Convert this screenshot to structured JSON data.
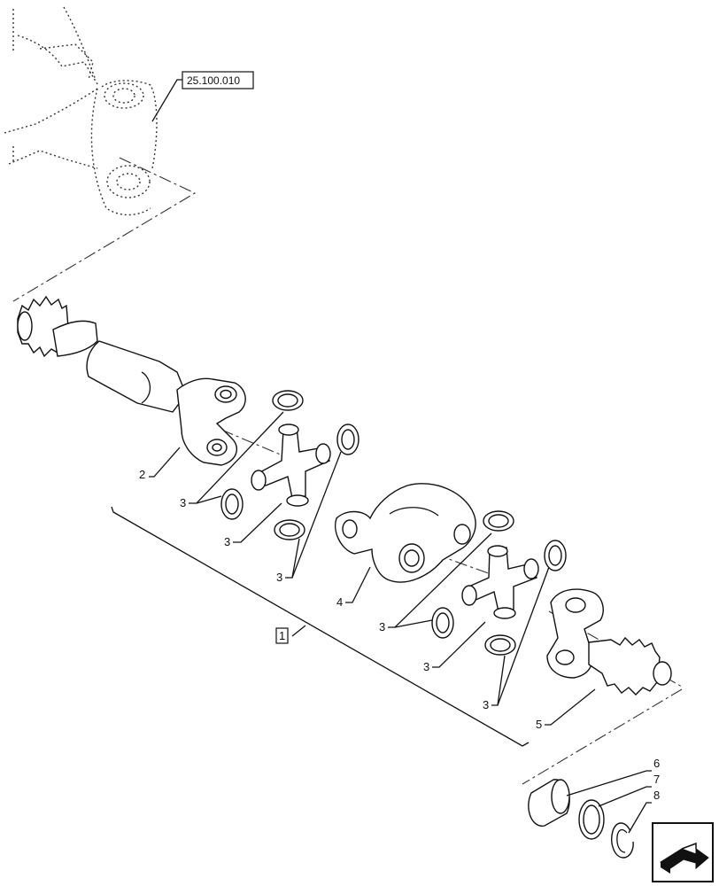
{
  "reference_box": "25.100.010",
  "assembly_box": "1",
  "callouts": {
    "c2": "2",
    "c3a": "3",
    "c3b": "3",
    "c3c": "3",
    "c3d": "3",
    "c3e": "3",
    "c3f": "3",
    "c4": "4",
    "c5": "5",
    "c6": "6",
    "c7": "7",
    "c8": "8"
  },
  "nav_icon": "arrow-forward-icon"
}
